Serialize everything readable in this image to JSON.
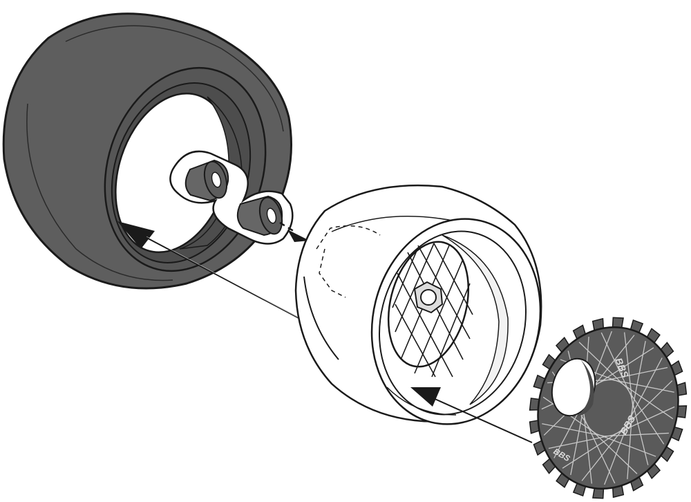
{
  "diagram": {
    "parts": [
      {
        "id": "tire",
        "icon": "tire-icon",
        "color": "#5e5e5e"
      },
      {
        "id": "bushing-1",
        "icon": "bushing-icon",
        "color": "#646464"
      },
      {
        "id": "bushing-2",
        "icon": "bushing-icon",
        "color": "#646464"
      },
      {
        "id": "rim",
        "icon": "wheel-rim-icon",
        "color": "#ffffff"
      },
      {
        "id": "wheel-insert",
        "icon": "mesh-wheel-insert-icon",
        "color": "#5a5a5a"
      }
    ],
    "arrows": [
      {
        "from": "rim",
        "to": "tire",
        "style": "solid"
      },
      {
        "from": "bushing-2",
        "to": "rim",
        "style": "dashed"
      },
      {
        "from": "wheel-insert",
        "to": "rim",
        "style": "solid"
      }
    ],
    "insert_logo": "BBS",
    "colors": {
      "tire": "#5e5e5e",
      "tire_inner": "#4d4d4d",
      "insert": "#5a5a5a",
      "insert_lines": "#c8c8c8",
      "outline": "#1a1a1a",
      "arrow": "#1a1a1a",
      "background": "#ffffff"
    }
  }
}
